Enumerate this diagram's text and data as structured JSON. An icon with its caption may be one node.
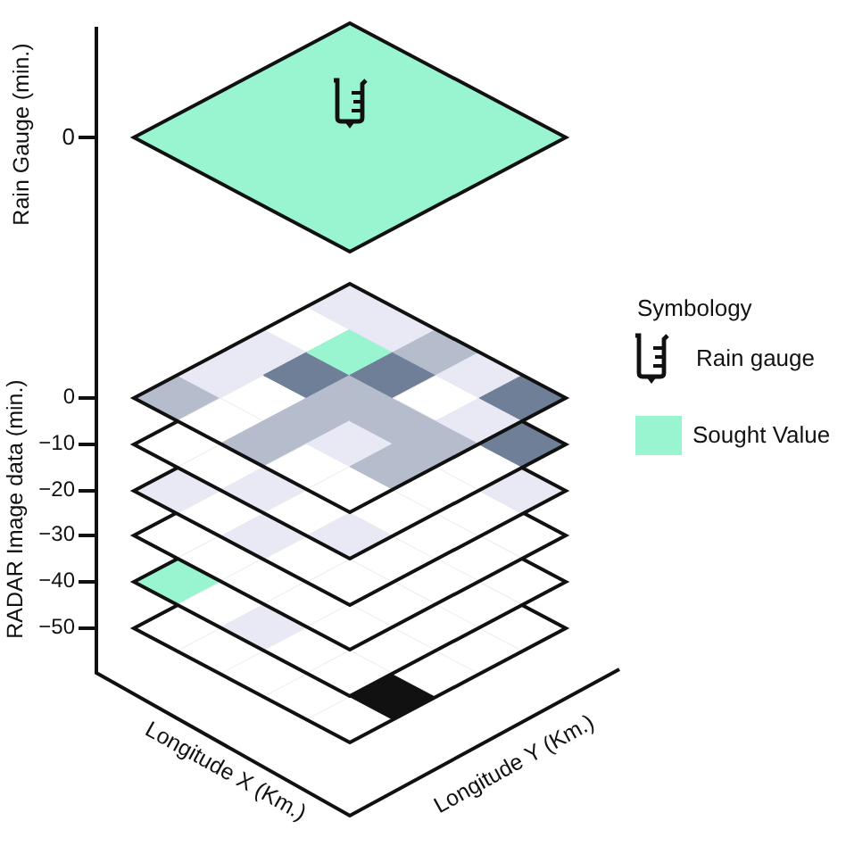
{
  "diagram": {
    "labels": [
      "Rain Gauge (min.)",
      "0",
      "RADAR Image data (min.)",
      "0",
      "−10",
      "−20",
      "−30",
      "−40",
      "−50",
      "Longitude X (Km.)",
      "Longitude Y (Km.)",
      "Symbology"
    ],
    "legend": [
      {
        "text": "Rain gauge"
      },
      {
        "text": "Sought Value",
        "color": "#98f5d0"
      }
    ]
  }
}
